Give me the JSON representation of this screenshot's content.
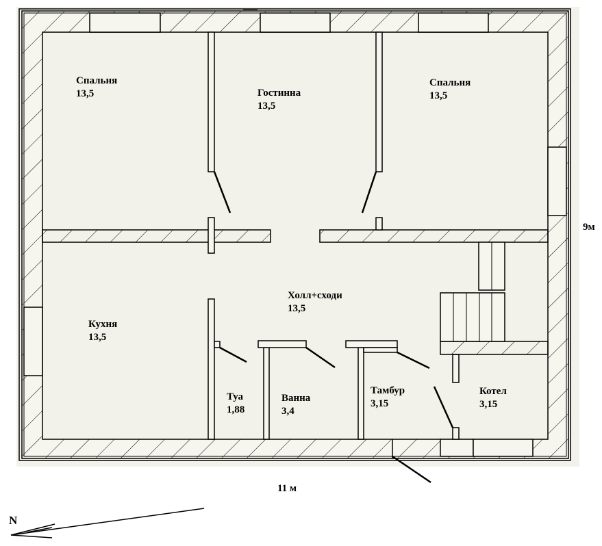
{
  "plan": {
    "rooms": [
      {
        "id": "bedroom-1",
        "name": "Спальня",
        "area": "13,5"
      },
      {
        "id": "living",
        "name": "Гостинна",
        "area": "13,5"
      },
      {
        "id": "bedroom-2",
        "name": "Спальня",
        "area": "13,5"
      },
      {
        "id": "kitchen",
        "name": "Кухня",
        "area": "13,5"
      },
      {
        "id": "hall",
        "name": "Холл+сходи",
        "area": "13,5"
      },
      {
        "id": "toilet",
        "name": "Туа",
        "area": "1,88"
      },
      {
        "id": "bath",
        "name": "Ванна",
        "area": "3,4"
      },
      {
        "id": "vestibule",
        "name": "Тамбур",
        "area": "3,15"
      },
      {
        "id": "boiler",
        "name": "Котел",
        "area": "3,15"
      }
    ],
    "dimensions": {
      "width": "11 м",
      "height": "9м"
    },
    "compass": {
      "label": "N"
    }
  },
  "colors": {
    "paper": "#f3f2ea",
    "wall": "#f6f5ee",
    "line": "#000000"
  }
}
